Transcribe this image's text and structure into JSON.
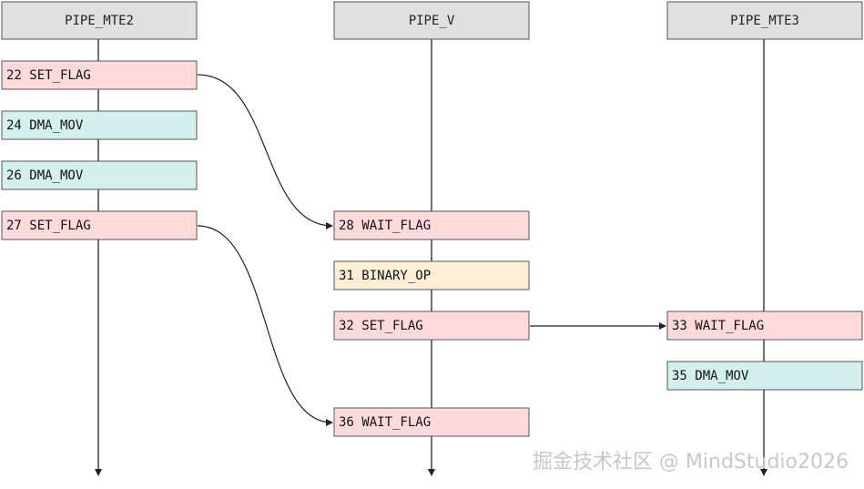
{
  "lanes": [
    {
      "id": "mte2",
      "label": "PIPE_MTE2"
    },
    {
      "id": "v",
      "label": "PIPE_V"
    },
    {
      "id": "mte3",
      "label": "PIPE_MTE3"
    }
  ],
  "instructions": [
    {
      "id": "i22",
      "lane": "mte2",
      "text": "22 SET_FLAG",
      "kind": "set_flag"
    },
    {
      "id": "i24",
      "lane": "mte2",
      "text": "24 DMA_MOV",
      "kind": "dma_mov"
    },
    {
      "id": "i26",
      "lane": "mte2",
      "text": "26 DMA_MOV",
      "kind": "dma_mov"
    },
    {
      "id": "i27",
      "lane": "mte2",
      "text": "27 SET_FLAG",
      "kind": "set_flag"
    },
    {
      "id": "i28",
      "lane": "v",
      "text": "28 WAIT_FLAG",
      "kind": "wait_flag"
    },
    {
      "id": "i31",
      "lane": "v",
      "text": "31 BINARY_OP",
      "kind": "binary_op"
    },
    {
      "id": "i32",
      "lane": "v",
      "text": "32 SET_FLAG",
      "kind": "set_flag"
    },
    {
      "id": "i36",
      "lane": "v",
      "text": "36 WAIT_FLAG",
      "kind": "wait_flag"
    },
    {
      "id": "i33",
      "lane": "mte3",
      "text": "33 WAIT_FLAG",
      "kind": "wait_flag"
    },
    {
      "id": "i35",
      "lane": "mte3",
      "text": "35 DMA_MOV",
      "kind": "dma_mov"
    }
  ],
  "dependencies": [
    {
      "from": "i22",
      "to": "i28"
    },
    {
      "from": "i27",
      "to": "i36"
    },
    {
      "from": "i32",
      "to": "i33"
    }
  ],
  "colors": {
    "set_flag": "#ffdada",
    "wait_flag": "#ffdada",
    "dma_mov": "#d4f0ec",
    "binary_op": "#fdeed6",
    "header": "#e0e0e0",
    "border": "#555555",
    "line": "#222222"
  },
  "watermark": "掘金技术社区 @ MindStudio2026"
}
